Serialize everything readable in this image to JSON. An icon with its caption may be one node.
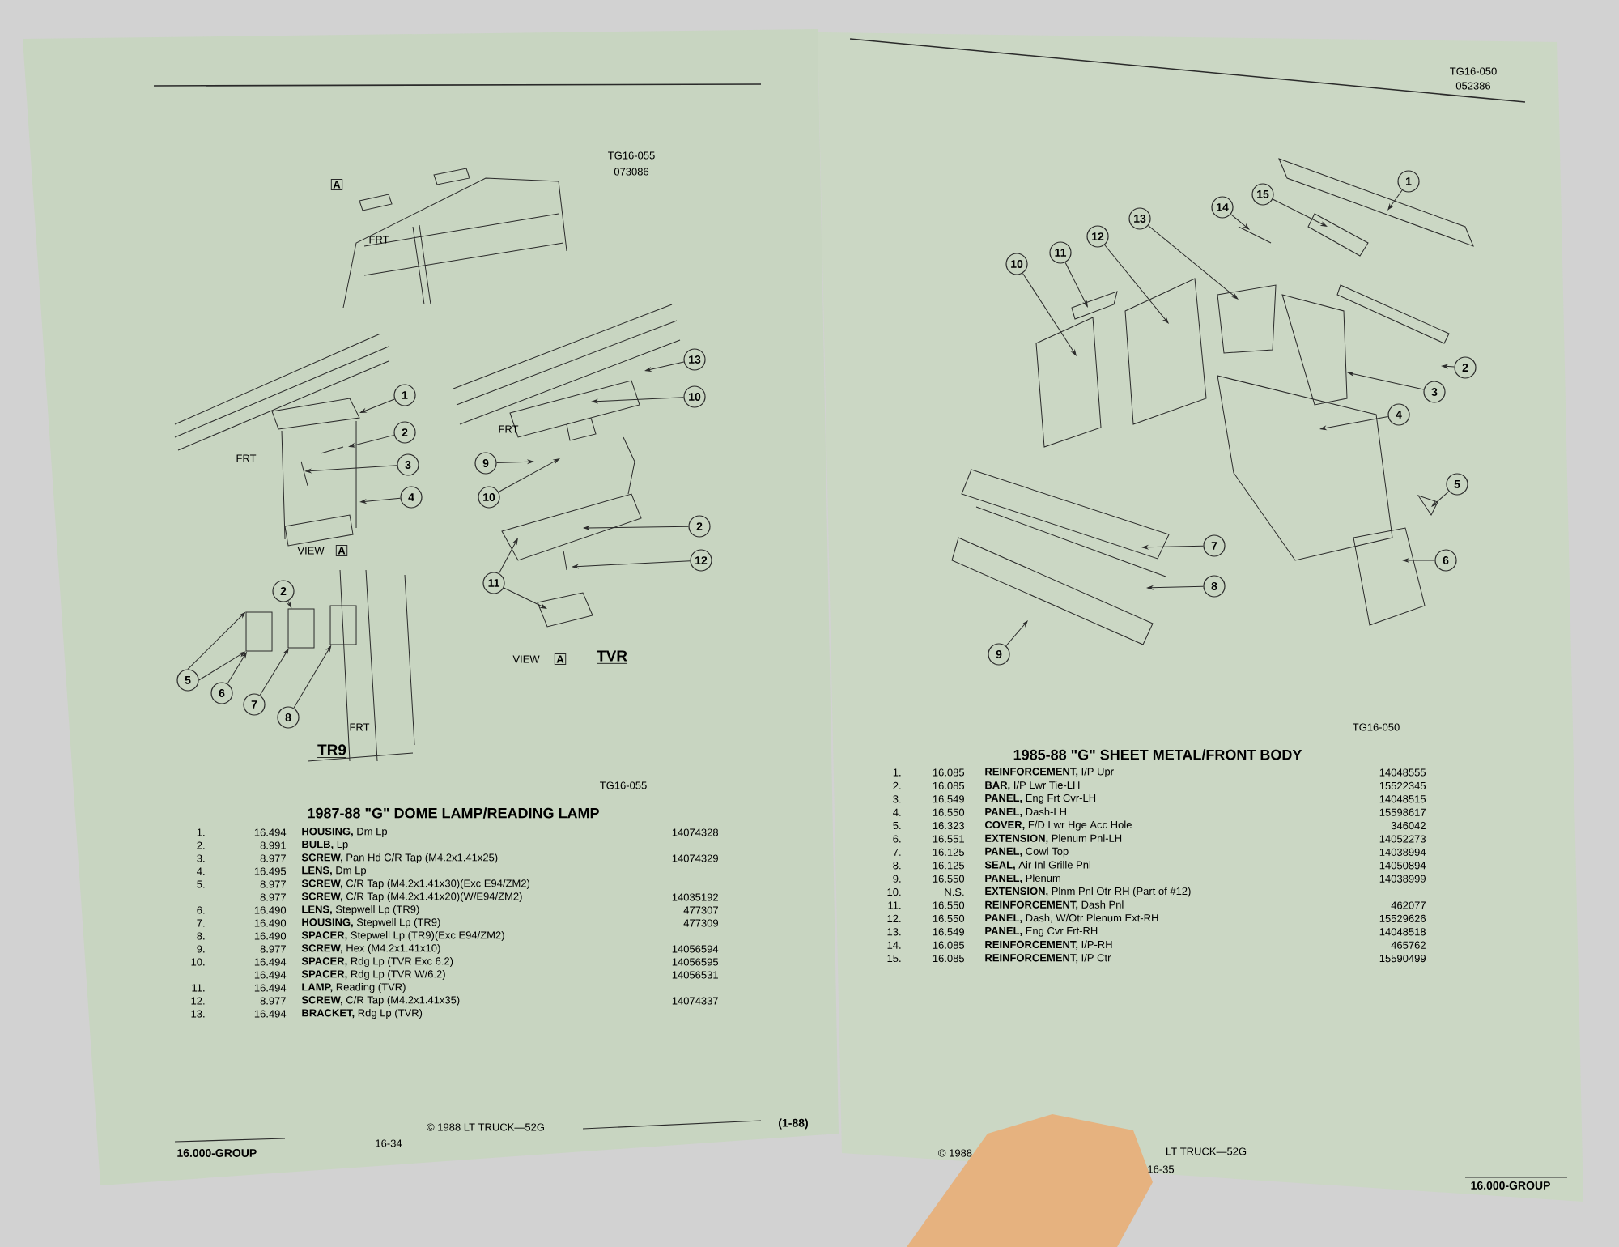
{
  "diagram": {
    "nodes": [
      {
        "text": [
          "1"
        ]
      },
      {
        "text": [
          "2"
        ]
      },
      {
        "text": [
          "3"
        ]
      },
      {
        "text": [
          "4"
        ]
      },
      {
        "text": [
          "13"
        ]
      },
      {
        "text": [
          "10"
        ]
      },
      {
        "text": [
          "9"
        ]
      },
      {
        "text": [
          "10"
        ]
      },
      {
        "text": [
          "2"
        ]
      },
      {
        "text": [
          "12"
        ]
      },
      {
        "text": [
          "11"
        ]
      },
      {
        "text": [
          "2"
        ]
      },
      {
        "text": [
          "5"
        ]
      },
      {
        "text": [
          "6"
        ]
      },
      {
        "text": [
          "7"
        ]
      },
      {
        "text": [
          "8"
        ]
      },
      {
        "text": [],
        "shape": "box"
      },
      {
        "text": [],
        "shape": "box"
      },
      {
        "text": [],
        "shape": "box"
      },
      {
        "text": [
          "1"
        ]
      },
      {
        "text": [
          "15"
        ]
      },
      {
        "text": [
          "14"
        ]
      },
      {
        "text": [
          "13"
        ]
      },
      {
        "text": [
          "12"
        ]
      },
      {
        "text": [
          "11"
        ]
      },
      {
        "text": [
          "10"
        ]
      },
      {
        "text": [
          "2"
        ]
      },
      {
        "text": [
          "3"
        ]
      },
      {
        "text": [
          "4"
        ]
      },
      {
        "text": [
          "5"
        ]
      },
      {
        "text": [
          "7"
        ]
      },
      {
        "text": [
          "8"
        ]
      },
      {
        "text": [
          "6"
        ]
      },
      {
        "text": [
          "9"
        ]
      }
    ],
    "edges": [
      {
        "from": 0,
        "to": null,
        "arrow": "to"
      },
      {
        "from": 1,
        "to": null,
        "arrow": "to"
      },
      {
        "from": 2,
        "to": null,
        "arrow": "to"
      },
      {
        "from": 3,
        "to": null,
        "arrow": "to"
      },
      {
        "from": 4,
        "to": null,
        "arrow": "to"
      },
      {
        "from": 5,
        "to": null,
        "arrow": "to"
      },
      {
        "from": 6,
        "to": null,
        "arrow": "to"
      },
      {
        "from": 7,
        "to": null,
        "arrow": "to"
      },
      {
        "from": 8,
        "to": null,
        "arrow": "to"
      },
      {
        "from": 9,
        "to": null,
        "arrow": "to"
      },
      {
        "from": 10,
        "to": null,
        "arrow": "to"
      },
      {
        "from": 10,
        "to": null,
        "arrow": "to"
      },
      {
        "from": 11,
        "to": 17,
        "arrow": "to"
      },
      {
        "from": 12,
        "to": 16,
        "arrow": "to"
      },
      {
        "from": 12,
        "to": 16,
        "arrow": "to"
      },
      {
        "from": 13,
        "to": 16,
        "arrow": "to"
      },
      {
        "from": 14,
        "to": 17,
        "arrow": "to"
      },
      {
        "from": 15,
        "to": 18,
        "arrow": "to"
      },
      {
        "from": 19,
        "to": null,
        "arrow": "to"
      },
      {
        "from": 20,
        "to": null,
        "arrow": "to"
      },
      {
        "from": 21,
        "to": null,
        "arrow": "to"
      },
      {
        "from": 22,
        "to": null,
        "arrow": "to"
      },
      {
        "from": 23,
        "to": null,
        "arrow": "to"
      },
      {
        "from": 24,
        "to": null,
        "arrow": "to"
      },
      {
        "from": 25,
        "to": null,
        "arrow": "to"
      },
      {
        "from": 26,
        "to": null,
        "arrow": "to"
      },
      {
        "from": 27,
        "to": null,
        "arrow": "to"
      },
      {
        "from": 28,
        "to": null,
        "arrow": "to"
      },
      {
        "from": 29,
        "to": null,
        "arrow": "to"
      },
      {
        "from": 30,
        "to": null,
        "arrow": "to"
      },
      {
        "from": 31,
        "to": null,
        "arrow": "to"
      },
      {
        "from": 32,
        "to": null,
        "arrow": "to"
      },
      {
        "from": 33,
        "to": null,
        "arrow": "to"
      }
    ],
    "labels": [
      "TG16-055",
      "073086",
      "A",
      "FRT",
      "FRT",
      "FRT",
      "VIEW",
      "A",
      "VIEW",
      "A",
      "TVR",
      "FRT",
      "TR9",
      "TG16-055",
      "1987-88 \"G\" DOME LAMP/READING LAMP",
      "1.",
      "16.494",
      "**HOUSING,** Dm Lp",
      "14074328",
      "2.",
      "8.991",
      "**BULB,** Lp",
      "3.",
      "8.977",
      "**SCREW,** Pan Hd C/R Tap (M4.2x1.41x25)",
      "14074329",
      "4.",
      "16.495",
      "**LENS,** Dm Lp",
      "5.",
      "8.977",
      "**SCREW,** C/R Tap (M4.2x1.41x30)(Exc E94/ZM2)",
      "8.977",
      "**SCREW,** C/R Tap (M4.2x1.41x20)(W/E94/ZM2)",
      "14035192",
      "6.",
      "16.490",
      "**LENS,** Stepwell Lp (TR9)",
      "477307",
      "7.",
      "16.490",
      "**HOUSING,** Stepwell Lp (TR9)",
      "477309",
      "8.",
      "16.490",
      "**SPACER,** Stepwell Lp (TR9)(Exc E94/ZM2)",
      "9.",
      "8.977",
      "**SCREW,** Hex (M4.2x1.41x10)",
      "14056594",
      "10.",
      "16.494",
      "**SPACER,** Rdg Lp (TVR Exc 6.2)",
      "14056595",
      "16.494",
      "**SPACER,** Rdg Lp (TVR W/6.2)",
      "14056531",
      "11.",
      "16.494",
      "**LAMP,** Reading (TVR)",
      "12.",
      "8.977",
      "**SCREW,** C/R Tap (M4.2x1.41x35)",
      "14074337",
      "13.",
      "16.494",
      "**BRACKET,** Rdg Lp (TVR)",
      "© 1988 LT TRUCK—52G",
      "(1-88)",
      "16.000-GROUP",
      "16-34",
      "TG16-050",
      "052386",
      "TG16-050",
      "1985-88 \"G\" SHEET METAL/FRONT BODY",
      "1.",
      "16.085",
      "**REINFORCEMENT,** I/P Upr",
      "14048555",
      "2.",
      "16.085",
      "**BAR,** I/P Lwr Tie-LH",
      "15522345",
      "3.",
      "16.549",
      "**PANEL,** Eng Frt Cvr-LH",
      "14048515",
      "4.",
      "16.550",
      "**PANEL,** Dash-LH",
      "15598617",
      "5.",
      "16.323",
      "**COVER,** F/D Lwr Hge Acc Hole",
      "346042",
      "6.",
      "16.551",
      "**EXTENSION,** Plenum Pnl-LH",
      "14052273",
      "7.",
      "16.125",
      "**PANEL,** Cowl Top",
      "14038994",
      "8.",
      "16.125",
      "**SEAL,** Air Inl Grille Pnl",
      "14050894",
      "9.",
      "16.550",
      "**PANEL,** Plenum",
      "14038999",
      "10.",
      "N.S.",
      "**EXTENSION,** Plnm Pnl Otr-RH (Part of #12)",
      "11.",
      "16.550",
      "**REINFORCEMENT,** Dash Pnl",
      "462077",
      "12.",
      "16.550",
      "**PANEL,** Dash, W/Otr Plenum Ext-RH",
      "15529626",
      "13.",
      "16.549",
      "**PANEL,** Eng Cvr Frt-RH",
      "14048518",
      "14.",
      "16.085",
      "**REINFORCEMENT,** I/P-RH",
      "465762",
      "15.",
      "16.085",
      "**REINFORCEMENT,** I/P Ctr",
      "15590499",
      "© 1988",
      "LT TRUCK—52G",
      "16-35",
      "16.000-GROUP"
    ]
  }
}
